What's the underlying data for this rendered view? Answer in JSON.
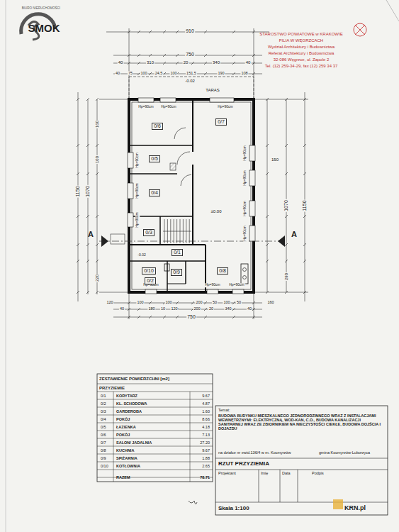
{
  "diagram": {
    "nodes": [
      {
        "text": [
          "0/6"
        ]
      },
      {
        "text": [
          "0/7"
        ]
      },
      {
        "text": [
          "0/5"
        ]
      },
      {
        "text": [
          "0/4"
        ]
      },
      {
        "text": [
          "0/3"
        ]
      },
      {
        "text": [
          "0/1"
        ]
      },
      {
        "text": [
          "0/10"
        ]
      },
      {
        "text": [
          "0/9"
        ]
      },
      {
        "text": [
          "0/2"
        ]
      },
      {
        "text": [
          "0/8"
        ]
      }
    ],
    "labels": [
      "BIURO NIERUCHOMOŚCI",
      "SMOK",
      "STAROSTWO POWIATOWE w KRAKOWIE",
      "FILIA W WĘGRZCACH",
      "Wydział Architektury i Budownictwa",
      "Referat Architektury i Budownictwa",
      "32-086 Węgrzce, ul. Zapole 2",
      "Tel. (12) 259-34-29, fax (12) 259 34 37",
      "910",
      "750",
      "40",
      "310",
      "20",
      "340",
      "40",
      "40",
      "75",
      "100",
      "24,5",
      "100",
      "151,5",
      "190",
      "108",
      "-0.02",
      "TARAS",
      "Hp=90cm",
      "Hp=90cm",
      "Hp=90cm",
      "Hp=90cm",
      "Hp=90cm",
      "Hp=90cm",
      "Hp=90cm",
      "Hp=90cm",
      "Hp=90cm",
      "Hp=90cm",
      "Hp=90cm",
      "Hp=90cm",
      "Hp=90cm",
      "±0.00",
      "A",
      "A",
      "-0.02",
      "150",
      "1070",
      "1150",
      "290",
      "1150",
      "1070",
      "160",
      "100",
      "220",
      "120",
      "100",
      "100",
      "200",
      "50",
      "100",
      "50",
      "160",
      "40",
      "180",
      "10",
      "120",
      "200",
      "20",
      "340",
      "40",
      "750",
      "ZESTAWIENIE POWIERZCHNI [m2]",
      "PRZYZIEMIE",
      "0/1",
      "KORYTARZ",
      "9.67",
      "0/2",
      "KL. SCHODOWA",
      "4.87",
      "0/3",
      "GARDEROBA",
      "1.60",
      "0/4",
      "POKÓJ",
      "8.66",
      "0/5",
      "ŁAZIENKA",
      "4.18",
      "0/6",
      "POKÓJ",
      "7.13",
      "0/7",
      "SALON/ JADALNIA",
      "27.20",
      "0/8",
      "KUCHNIA",
      "9.67",
      "0/9",
      "SPIŻARNIA",
      "1.88",
      "0/10",
      "KOTŁOWNIA",
      "2.65",
      "RAZEM",
      "78.71",
      "Temat:",
      "BUDOWA BUDYNKU MIESZKALNEGO JEDNORODZINNEGO WRAZ Z INSTALACJAMI WEWNĘTRZNYMI: ELEKTRYCZNĄ, WOD-KAN, C.O., BUDOWA KANALIZACJI SANITARNEJ WRAZ ZE ZBIORNIKIEM NA NIECZYSTOŚCI CIEKŁE, BUDOWA DOJŚCIA I DOJAZDU",
      "na działce nr ewid.136/4 w m. Kocmyrzów",
      "gmina Kocmyrzów-Luborzyca",
      "RZUT PRZYZIEMIA",
      "Projektant",
      "Imię",
      "Data",
      "Podpis",
      "Skala 1:100",
      "KRN.pl"
    ]
  }
}
